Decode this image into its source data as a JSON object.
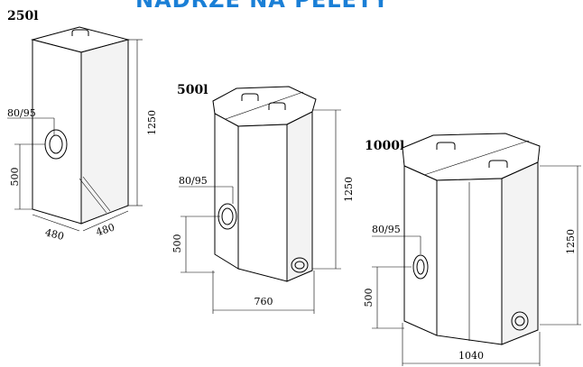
{
  "title": "NÁDRŽE NA PELETY",
  "tanks": [
    {
      "capacity": "250l",
      "dims": {
        "inlet": "80/95",
        "height": "1250",
        "inlet_height": "500",
        "width": "480",
        "depth": "480"
      }
    },
    {
      "capacity": "500l",
      "dims": {
        "inlet": "80/95",
        "height": "1250",
        "inlet_height": "500",
        "width": "760"
      }
    },
    {
      "capacity": "1000l",
      "dims": {
        "inlet": "80/95",
        "height": "1250",
        "inlet_height": "500",
        "width": "1040"
      }
    }
  ]
}
